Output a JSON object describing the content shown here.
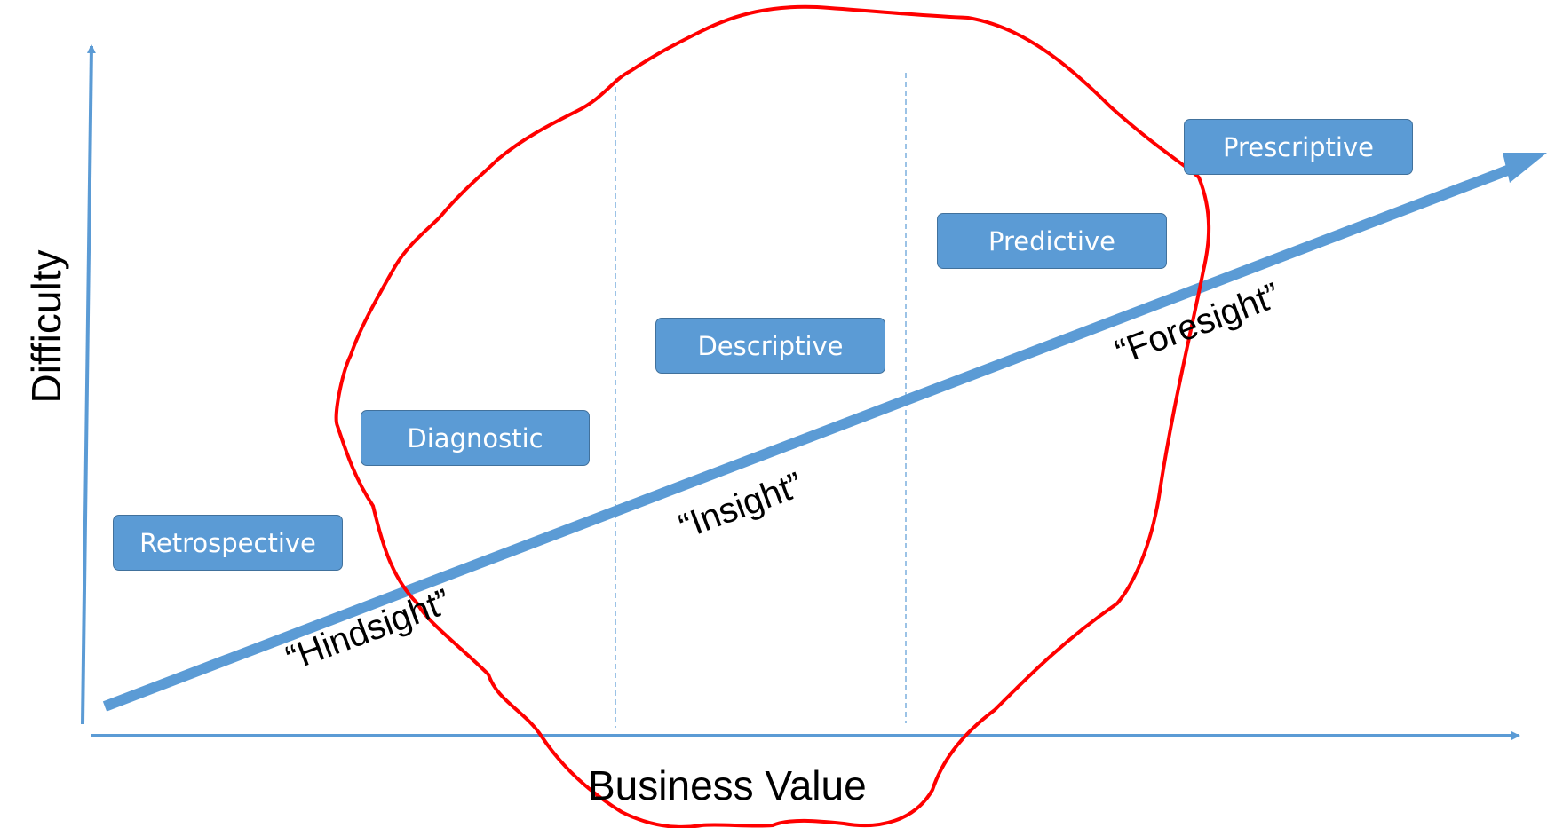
{
  "axes": {
    "x_label": "Business Value",
    "y_label": "Difficulty"
  },
  "stages": [
    {
      "label": "Retrospective"
    },
    {
      "label": "Diagnostic"
    },
    {
      "label": "Descriptive"
    },
    {
      "label": "Predictive"
    },
    {
      "label": "Prescriptive"
    }
  ],
  "phases": [
    {
      "label": "“Hindsight”"
    },
    {
      "label": "“Insight”"
    },
    {
      "label": "“Foresight”"
    }
  ],
  "colors": {
    "axis": "#5b9bd5",
    "trend_arrow": "#5b9bd5",
    "box_fill": "#5b9bd5",
    "box_border": "#41719c",
    "annotation": "#ff0000",
    "divider": "#5b9bd5"
  }
}
